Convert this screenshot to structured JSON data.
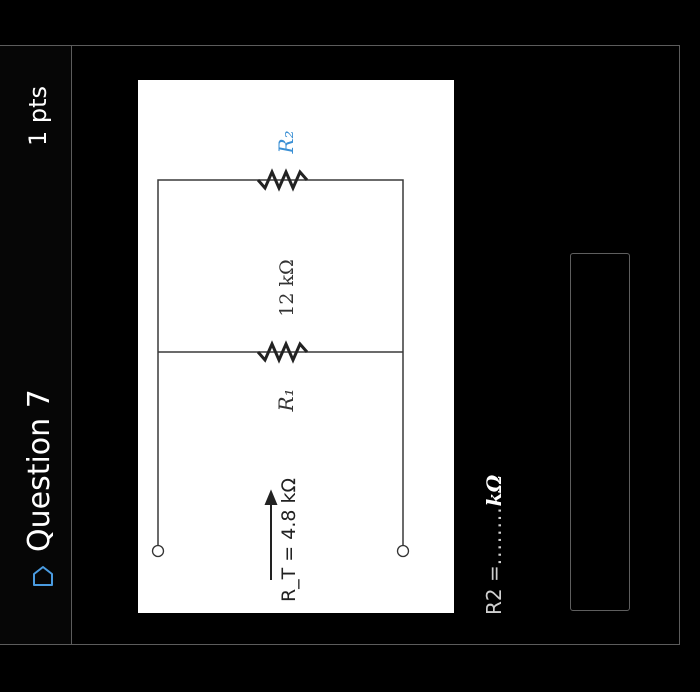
{
  "question": {
    "title": "Question 7",
    "points": "1 pts"
  },
  "figure": {
    "rt_label": "R_T = 4.8 kΩ",
    "r1_label": "R₁",
    "r1_value": "12 kΩ",
    "r2_label": "R₂"
  },
  "answer": {
    "prefix": "R2 = ",
    "dots": "........",
    "unit": "kΩ",
    "value": ""
  },
  "colors": {
    "background": "#000000",
    "border": "#5c5c5c",
    "r2_label": "#3a8fd4"
  }
}
